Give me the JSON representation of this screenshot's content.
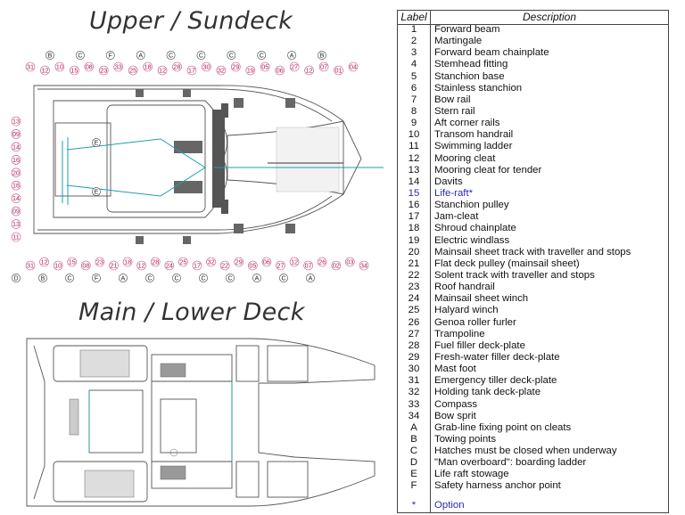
{
  "upper_deck": {
    "title": "Upper / Sundeck",
    "top_letters": [
      "B",
      "C",
      "F",
      "A",
      "C",
      "C",
      "C",
      "C",
      "A",
      "B"
    ],
    "top_numbers": [
      "31",
      "12",
      "10",
      "15",
      "08",
      "23",
      "33",
      "25",
      "18",
      "12",
      "28",
      "17",
      "30",
      "32",
      "29",
      "19",
      "05",
      "06",
      "27",
      "12",
      "07",
      "01",
      "04"
    ],
    "left_numbers": [
      "13",
      "09",
      "14",
      "16",
      "20",
      "16",
      "14",
      "09",
      "13",
      "11"
    ],
    "bottom_numbers": [
      "31",
      "12",
      "10",
      "15",
      "08",
      "23",
      "21",
      "18",
      "12",
      "28",
      "24",
      "25",
      "17",
      "32",
      "22",
      "29",
      "05",
      "06",
      "27",
      "12",
      "07",
      "26",
      "02",
      "03",
      "34"
    ],
    "bottom_letters": [
      "D",
      "B",
      "C",
      "F",
      "A",
      "C",
      "C",
      "C",
      "C",
      "A",
      "C",
      "A"
    ],
    "inner_letters": [
      "E",
      "E"
    ]
  },
  "lower_deck": {
    "title": "Main / Lower Deck"
  },
  "legend": {
    "header_label": "Label",
    "header_description": "Description",
    "rows": [
      {
        "label": "1",
        "desc": "Forward beam"
      },
      {
        "label": "2",
        "desc": "Martingale"
      },
      {
        "label": "3",
        "desc": "Forward beam chainplate"
      },
      {
        "label": "4",
        "desc": "Stemhead fitting"
      },
      {
        "label": "5",
        "desc": "Stanchion base"
      },
      {
        "label": "6",
        "desc": "Stainless stanchion"
      },
      {
        "label": "7",
        "desc": "Bow rail"
      },
      {
        "label": "8",
        "desc": "Stern rail"
      },
      {
        "label": "9",
        "desc": "Aft corner rails"
      },
      {
        "label": "10",
        "desc": "Transom handrail"
      },
      {
        "label": "11",
        "desc": "Swimming ladder"
      },
      {
        "label": "12",
        "desc": "Mooring cleat"
      },
      {
        "label": "13",
        "desc": "Mooring cleat for tender"
      },
      {
        "label": "14",
        "desc": "Davits"
      },
      {
        "label": "15",
        "desc": "Life-raft*",
        "option": true
      },
      {
        "label": "16",
        "desc": "Stanchion pulley"
      },
      {
        "label": "17",
        "desc": "Jam-cleat"
      },
      {
        "label": "18",
        "desc": "Shroud chainplate"
      },
      {
        "label": "19",
        "desc": "Electric windlass"
      },
      {
        "label": "20",
        "desc": "Mainsail sheet track with traveller and stops"
      },
      {
        "label": "21",
        "desc": "Flat deck pulley (mainsail sheet)"
      },
      {
        "label": "22",
        "desc": "Solent track with traveller and stops"
      },
      {
        "label": "23",
        "desc": "Roof handrail"
      },
      {
        "label": "24",
        "desc": "Mainsail sheet winch"
      },
      {
        "label": "25",
        "desc": "Halyard winch"
      },
      {
        "label": "26",
        "desc": "Genoa roller furler"
      },
      {
        "label": "27",
        "desc": "Trampoline"
      },
      {
        "label": "28",
        "desc": "Fuel filler deck-plate"
      },
      {
        "label": "29",
        "desc": "Fresh-water filler deck-plate"
      },
      {
        "label": "30",
        "desc": "Mast foot"
      },
      {
        "label": "31",
        "desc": "Emergency tiller deck-plate"
      },
      {
        "label": "32",
        "desc": "Holding tank deck-plate"
      },
      {
        "label": "33",
        "desc": "Compass"
      },
      {
        "label": "34",
        "desc": "Bow sprit"
      },
      {
        "label": "A",
        "desc": "Grab-line fixing point on cleats"
      },
      {
        "label": "B",
        "desc": "Towing points"
      },
      {
        "label": "C",
        "desc": "Hatches must be closed when underway"
      },
      {
        "label": "D",
        "desc": "\"Man overboard\": boarding ladder"
      },
      {
        "label": "E",
        "desc": "Life raft stowage"
      },
      {
        "label": "F",
        "desc": "Safety harness anchor point"
      }
    ],
    "footnote_label": "*",
    "footnote_desc": "Option"
  }
}
